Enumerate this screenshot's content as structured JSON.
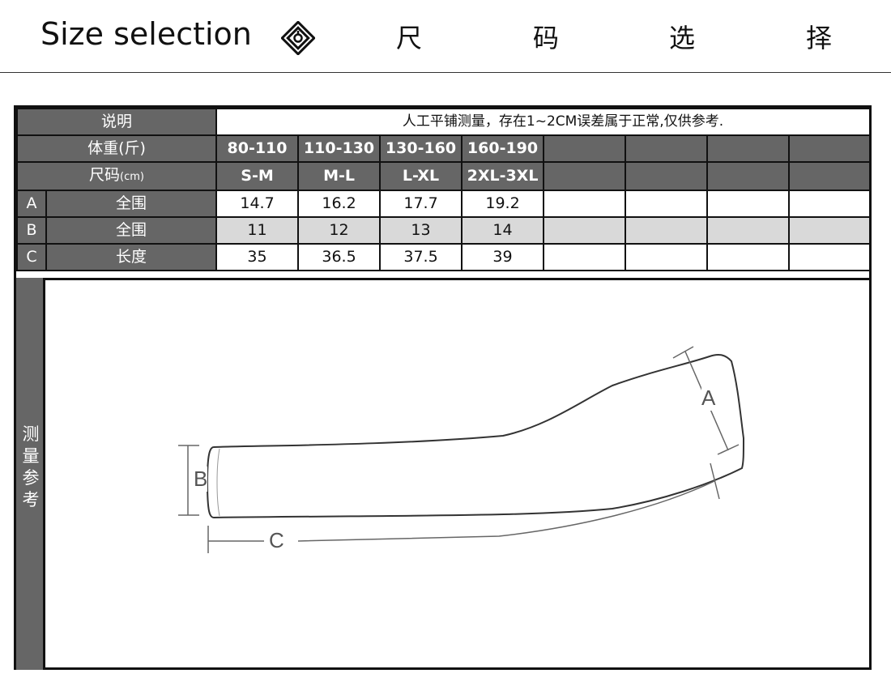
{
  "header": {
    "title": "Size selection",
    "chars": [
      "尺",
      "码",
      "选",
      "择"
    ]
  },
  "table": {
    "note_label": "说明",
    "note_text": "人工平铺测量，存在1~2CM误差属于正常,仅供参考.",
    "weight_label": "体重(斤)",
    "size_label": "尺码",
    "size_unit": "(cm)",
    "weights": [
      "80-110",
      "110-130",
      "130-160",
      "160-190"
    ],
    "sizes": [
      "S-M",
      "M-L",
      "L-XL",
      "2XL-3XL"
    ],
    "rows": [
      {
        "code": "A",
        "name": "全围",
        "values": [
          "14.7",
          "16.2",
          "17.7",
          "19.2"
        ]
      },
      {
        "code": "B",
        "name": "全围",
        "values": [
          "11",
          "12",
          "13",
          "14"
        ]
      },
      {
        "code": "C",
        "name": "长度",
        "values": [
          "35",
          "36.5",
          "37.5",
          "39"
        ]
      }
    ]
  },
  "diagram": {
    "side_label": [
      "测",
      "量",
      "参",
      "考"
    ],
    "labels": {
      "a": "A",
      "b": "B",
      "c": "C"
    }
  },
  "colors": {
    "dark_cell": "#666666",
    "shaded_row": "#d9d9d9"
  }
}
